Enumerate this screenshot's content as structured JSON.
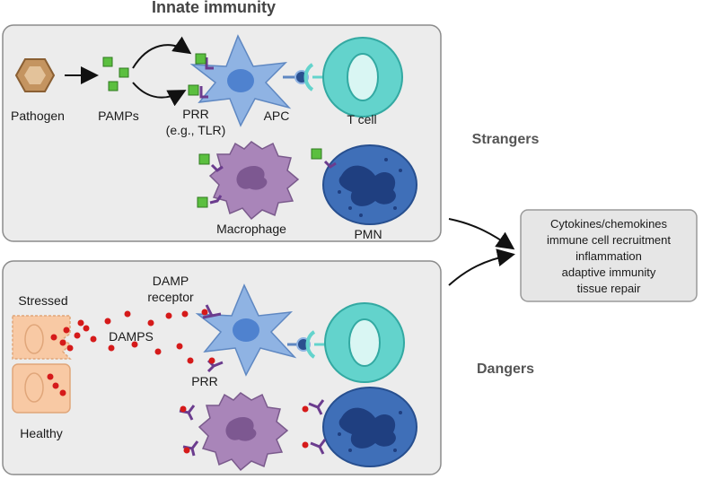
{
  "title": "Innate immunity",
  "strangers_panel": {
    "side_label": "Strangers",
    "labels": {
      "pathogen": "Pathogen",
      "pamps": "PAMPs",
      "prr_line1": "PRR",
      "prr_line2": "(e.g., TLR)",
      "apc": "APC",
      "t_cell": "T cell",
      "macrophage": "Macrophage",
      "pmn": "PMN"
    }
  },
  "dangers_panel": {
    "side_label": "Dangers",
    "labels": {
      "stressed": "Stressed",
      "healthy": "Healthy",
      "damp_receptor_line1": "DAMP",
      "damp_receptor_line2": "receptor",
      "damps": "DAMPS",
      "prr": "PRR"
    }
  },
  "outcomes": [
    "Cytokines/chemokines",
    "immune cell recruitment",
    "inflammation",
    "adaptive immunity",
    "tissue repair"
  ],
  "colors": {
    "panel_fill": "#ececec",
    "panel_stroke": "#8c8c8c",
    "apc": "#8fb3e3",
    "apc_nucleus": "#4f82cf",
    "t_cell": "#63d3cc",
    "macrophage": "#a985b9",
    "pmn": "#3f6fb8",
    "pathogen": "#c49460",
    "pamp": "#5bbf3f",
    "damp": "#d51a1a",
    "receptor": "#6b3c8e",
    "stressed_cell": "#f8c9a4"
  }
}
